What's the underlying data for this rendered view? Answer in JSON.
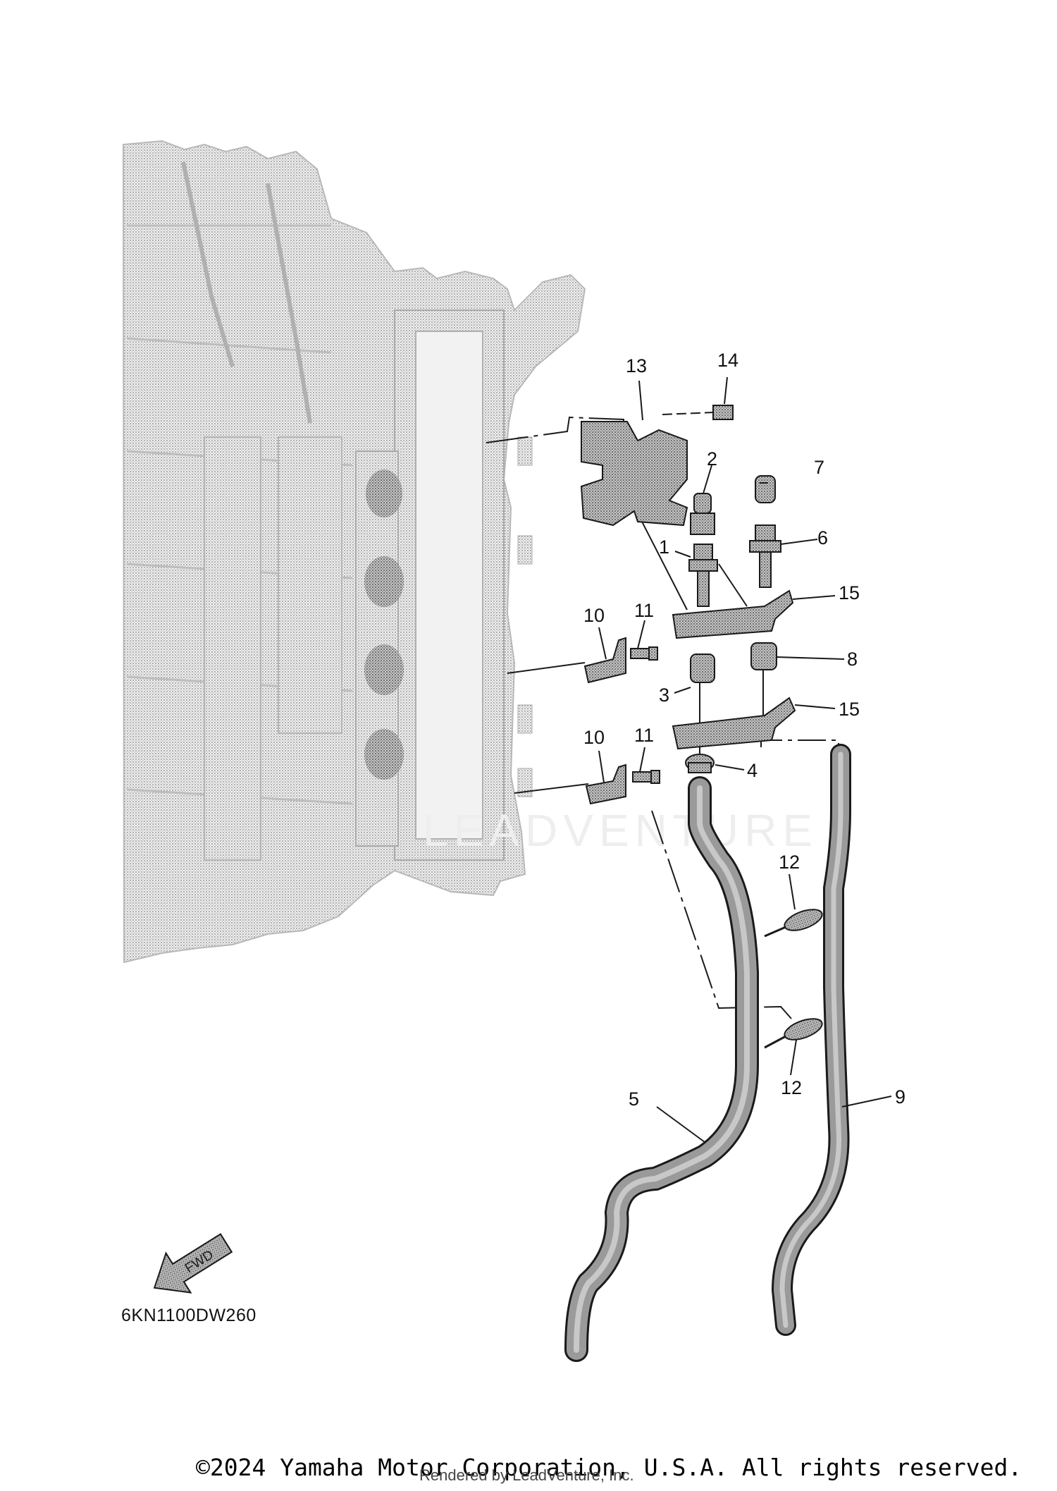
{
  "callouts": [
    "13",
    "14",
    "2",
    "7",
    "1",
    "6",
    "15",
    "10",
    "11",
    "8",
    "3",
    "15",
    "10",
    "11",
    "4",
    "12",
    "12",
    "5",
    "9"
  ],
  "fwd_label": "FWD",
  "diagram_code": "6KN1100DW260",
  "watermark": "LEADVENTURE",
  "copyright": "©2024 Yamaha Motor Corporation, U.S.A. All rights reserved.",
  "rendered_by": "Rendered by LeadVenture, Inc.",
  "colors": {
    "engine_gray": "#c8c8c8",
    "part_gray": "#9a9a9a",
    "line": "#1a1a1a"
  }
}
